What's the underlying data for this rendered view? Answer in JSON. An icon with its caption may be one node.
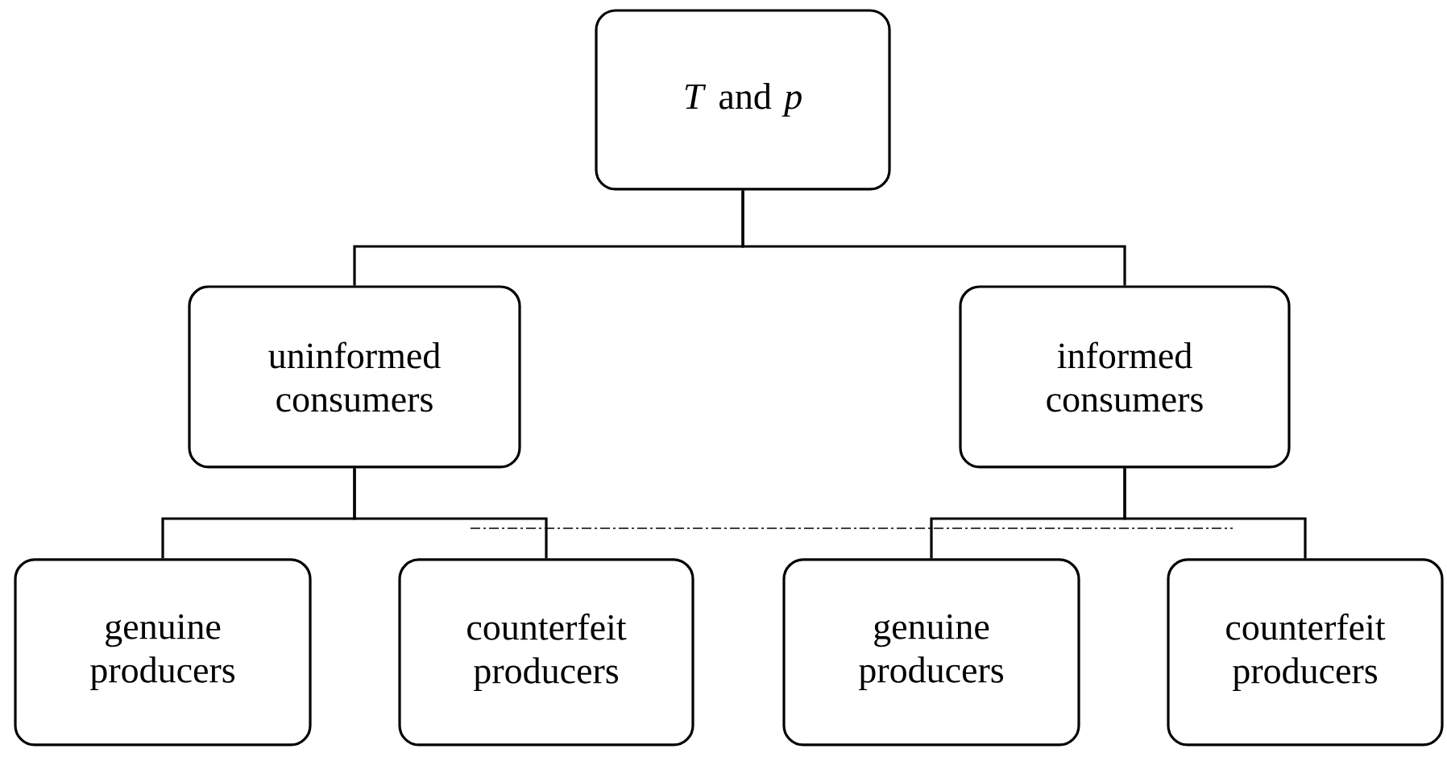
{
  "diagram": {
    "nodes": [
      {
        "text": [
          "*T* and *p*"
        ]
      },
      {
        "text": [
          "uninformed consumers"
        ]
      },
      {
        "text": [
          "informed consumers"
        ]
      },
      {
        "text": [
          "genuine producers"
        ]
      },
      {
        "text": [
          "counterfeit producers"
        ]
      },
      {
        "text": [
          "genuine producers"
        ]
      },
      {
        "text": [
          "counterfeit producers"
        ]
      }
    ],
    "edges": [
      {
        "from": 0,
        "to": 1,
        "arrow": "none"
      },
      {
        "from": 0,
        "to": 2,
        "arrow": "none"
      },
      {
        "from": 1,
        "to": 3,
        "arrow": "none"
      },
      {
        "from": 1,
        "to": 4,
        "arrow": "none"
      },
      {
        "from": 2,
        "to": 5,
        "arrow": "none"
      },
      {
        "from": 2,
        "to": 6,
        "arrow": "none"
      }
    ]
  }
}
